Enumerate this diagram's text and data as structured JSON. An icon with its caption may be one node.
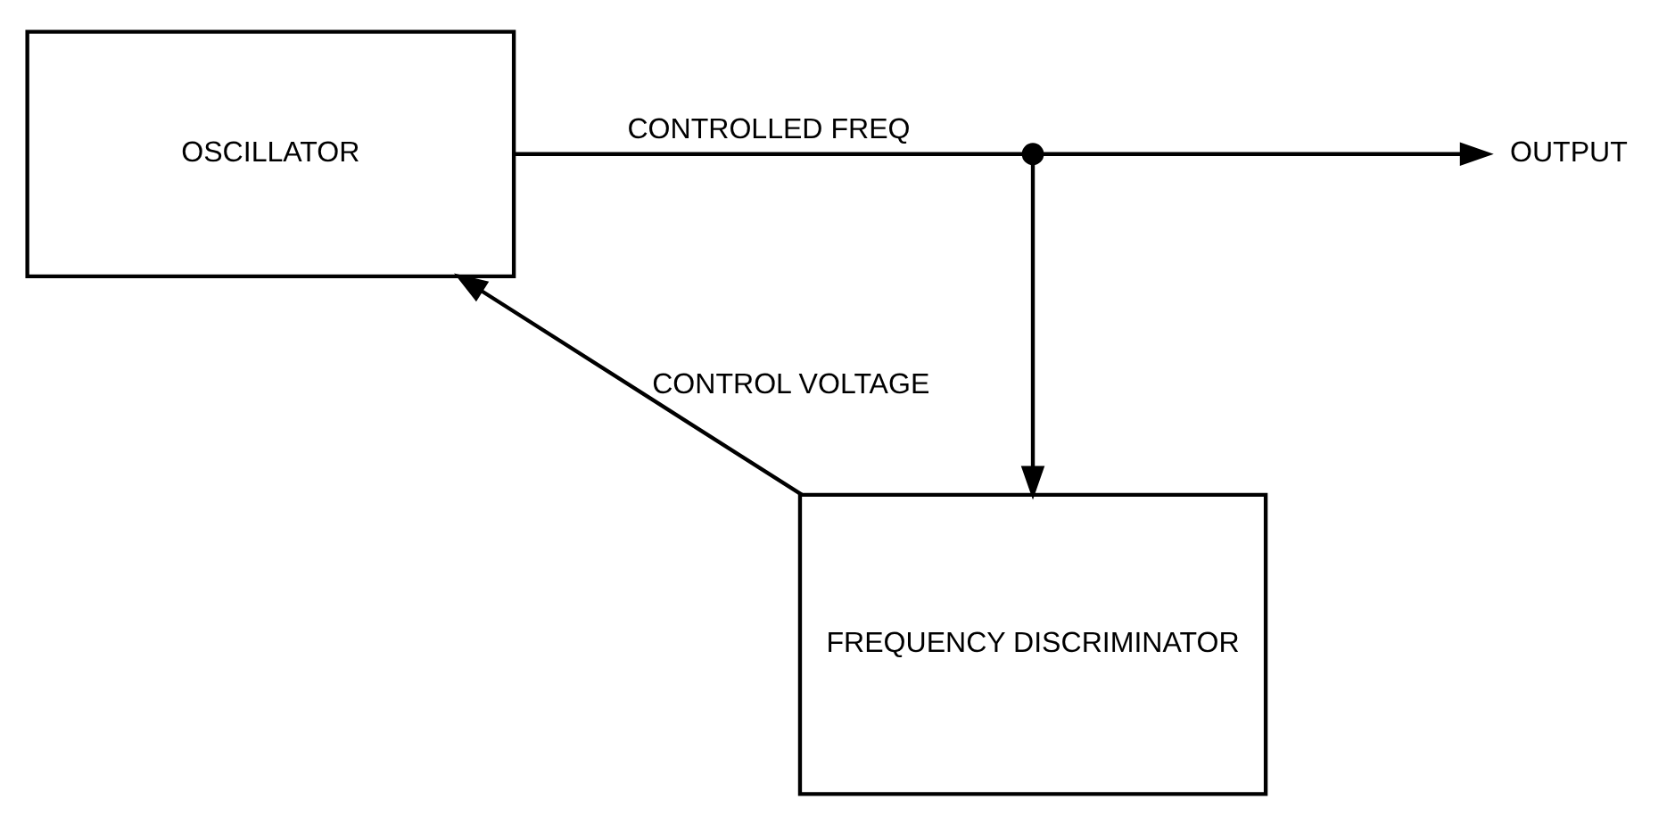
{
  "diagram": {
    "nodes": [
      {
        "text": [
          "OSCILLATOR"
        ]
      },
      {
        "text": [
          "FREQUENCY DISCRIMINATOR"
        ]
      },
      {
        "text": [],
        "shape": "circle"
      },
      {
        "text": [
          "OUTPUT"
        ]
      }
    ],
    "edges": [
      {
        "from": 0,
        "to": 2,
        "arrow": "none",
        "label": "CONTROLLED FREQ"
      },
      {
        "from": 2,
        "to": 3,
        "arrow": "to"
      },
      {
        "from": 2,
        "to": 1,
        "arrow": "to"
      },
      {
        "from": 1,
        "to": 0,
        "arrow": "to",
        "label": "CONTROL VOLTAGE"
      }
    ]
  }
}
